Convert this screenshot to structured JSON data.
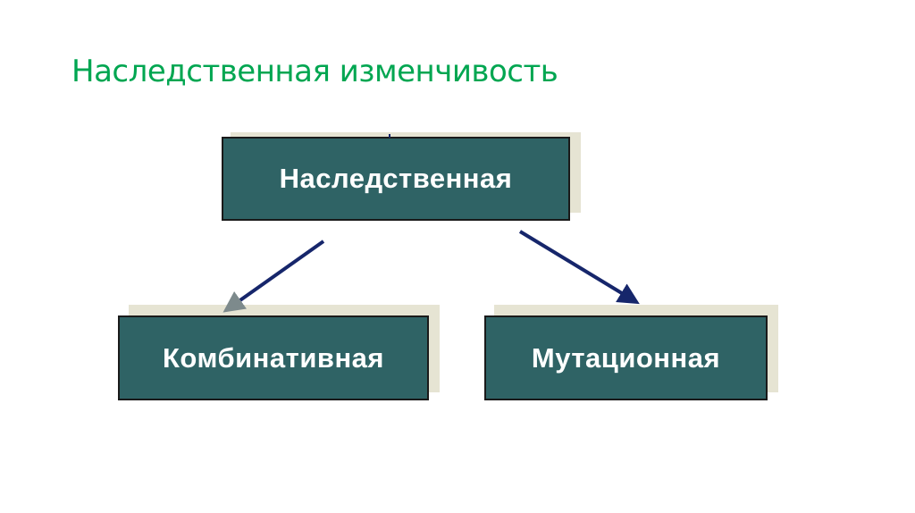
{
  "slide": {
    "title": "Наследственная изменчивость",
    "title_color": "#00a651"
  },
  "diagram": {
    "root": {
      "label": "Наследственная"
    },
    "children": [
      {
        "label": "Комбинативная"
      },
      {
        "label": "Мутационная"
      }
    ],
    "box_color": "#2f6365",
    "shadow_color": "#e6e4d3",
    "arrow_color": "#16266b"
  }
}
